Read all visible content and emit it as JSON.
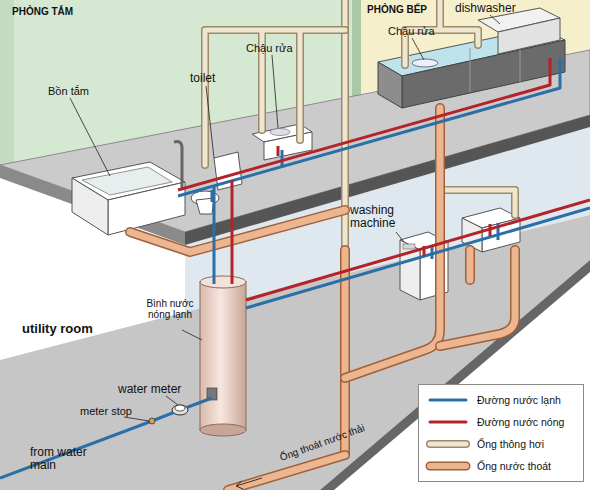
{
  "diagram": {
    "labels": [
      "PHÒNG TẮM",
      "PHÒNG BẾP",
      "dishwasher",
      "Chậu rửa",
      "Chậu rửa",
      "toilet",
      "Bồn tắm",
      "washing machine",
      "utility room",
      "Bình nước nóng lạnh",
      "water meter",
      "meter stop",
      "from water main",
      "Ống thoát nước thải"
    ],
    "legend": [
      {
        "text": "Đường nước lạnh"
      },
      {
        "text": "Đường nước nóng"
      },
      {
        "text": "Ống thông hơi"
      },
      {
        "text": "Ống nước thoát"
      }
    ]
  }
}
